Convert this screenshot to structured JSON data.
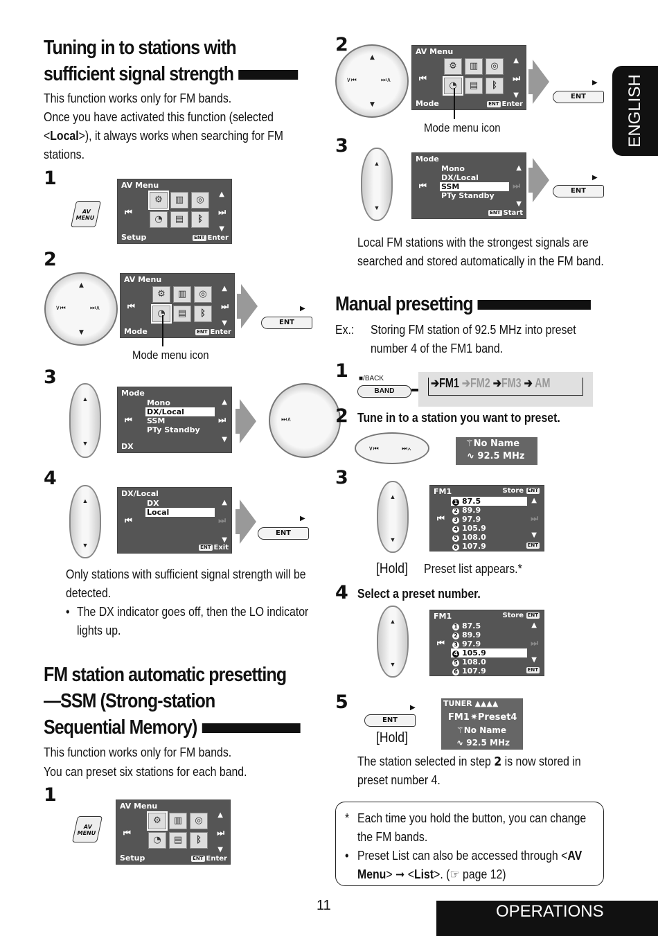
{
  "side_tab": "ENGLISH",
  "footer_tab": "OPERATIONS",
  "page_number": "11",
  "left": {
    "sec1": {
      "title_l1": "Tuning in to stations with",
      "title_l2": "sufficient signal strength",
      "p1": "This function works only for FM bands.",
      "p2": "Once you have activated this function (selected",
      "p3a": "<",
      "p3b": "Local",
      "p3c": ">), it always works when searching for FM",
      "p4": "stations."
    },
    "step1": {
      "num": "1",
      "button": "AV MENU",
      "screen": {
        "header": "AV Menu",
        "footer_left": "Setup",
        "footer_right": "Enter",
        "ent": "ENT"
      }
    },
    "step2": {
      "num": "2",
      "screen": {
        "header": "AV Menu",
        "footer_left": "Mode",
        "footer_right": "Enter",
        "ent": "ENT"
      },
      "ent_button": "ENT",
      "callout": "Mode menu icon"
    },
    "step3": {
      "num": "3",
      "screen": {
        "header": "Mode",
        "items": [
          "Mono",
          "DX/Local",
          "SSM",
          "PTy Standby"
        ],
        "footer_left": "DX"
      }
    },
    "step4": {
      "num": "4",
      "screen": {
        "header": "DX/Local",
        "items": [
          "DX",
          "Local"
        ],
        "footer_right": "Exit",
        "ent": "ENT"
      },
      "ent_button": "ENT"
    },
    "after4": {
      "l1": "Only stations with sufficient signal strength will be",
      "l2": "detected.",
      "bullet": "•",
      "b1": "The DX indicator goes off, then the LO indicator",
      "b2": "lights up."
    },
    "sec2": {
      "title_l1": "FM station automatic presetting",
      "title_l2": "—SSM (Strong-station",
      "title_l3": "Sequential Memory)",
      "p1": "This function works only for FM bands.",
      "p2": "You can preset six stations for each band."
    },
    "step5": {
      "num": "1",
      "button": "AV MENU",
      "screen": {
        "header": "AV Menu",
        "footer_left": "Setup",
        "footer_right": "Enter",
        "ent": "ENT"
      }
    }
  },
  "right": {
    "ssm2": {
      "num": "2",
      "screen": {
        "header": "AV Menu",
        "footer_left": "Mode",
        "footer_right": "Enter",
        "ent": "ENT"
      },
      "ent_button": "ENT",
      "callout": "Mode menu icon"
    },
    "ssm3": {
      "num": "3",
      "screen": {
        "header": "Mode",
        "items": [
          "Mono",
          "DX/Local",
          "SSM",
          "PTy Standby"
        ],
        "footer_right": "Start",
        "ent": "ENT"
      },
      "ent_button": "ENT"
    },
    "ssm_after": {
      "l1": "Local FM stations with the strongest signals are",
      "l2": "searched and stored automatically in the FM band."
    },
    "sec3": {
      "title": "Manual presetting",
      "ex_label": "Ex.:",
      "ex1": "Storing FM station of 92.5 MHz into preset",
      "ex2": "number 4 of the FM1 band."
    },
    "m1": {
      "num": "1",
      "back": "■/BACK",
      "band": "BAND",
      "bands": [
        "FM1",
        "FM2",
        "FM3",
        "AM"
      ]
    },
    "m2": {
      "num": "2",
      "label": "Tune in to a station you want to preset.",
      "disp_l1": "No Name",
      "disp_l2": "92.5 MHz"
    },
    "m3": {
      "num": "3",
      "hold": "[Hold]",
      "caption": "Preset list appears.*",
      "screen": {
        "header": "FM1",
        "store": "Store",
        "ent": "ENT",
        "presets": [
          {
            "n": "1",
            "f": "87.5"
          },
          {
            "n": "2",
            "f": "89.9"
          },
          {
            "n": "3",
            "f": "97.9"
          },
          {
            "n": "4",
            "f": "105.9"
          },
          {
            "n": "5",
            "f": "108.0"
          },
          {
            "n": "6",
            "f": "107.9"
          }
        ]
      }
    },
    "m4": {
      "num": "4",
      "label": "Select a preset number.",
      "screen": {
        "header": "FM1",
        "store": "Store",
        "ent": "ENT",
        "presets": [
          {
            "n": "1",
            "f": "87.5"
          },
          {
            "n": "2",
            "f": "89.9"
          },
          {
            "n": "3",
            "f": "97.9"
          },
          {
            "n": "4",
            "f": "105.9"
          },
          {
            "n": "5",
            "f": "108.0"
          },
          {
            "n": "6",
            "f": "107.9"
          }
        ]
      }
    },
    "m5": {
      "num": "5",
      "ent_button": "ENT",
      "hold": "[Hold]",
      "disp": {
        "tuner": "TUNER",
        "band": "FM1",
        "preset": "Preset4",
        "name": "No Name",
        "freq": "92.5 MHz"
      }
    },
    "m_after": {
      "l1a": "The station selected in step ",
      "l1b": "2",
      "l1c": " is now stored in",
      "l2": "preset number 4."
    },
    "note": {
      "star": "*",
      "n1": "Each time you hold the button, you can change",
      "n2": "the FM bands.",
      "bullet": "•",
      "n3a": "Preset List can also be accessed through <",
      "n3b": "AV",
      "n4a": "Menu",
      ">": ">",
      "n4b": " ➞ <",
      "n4c": "List",
      "n4d": ">. (☞ page 12)"
    }
  }
}
